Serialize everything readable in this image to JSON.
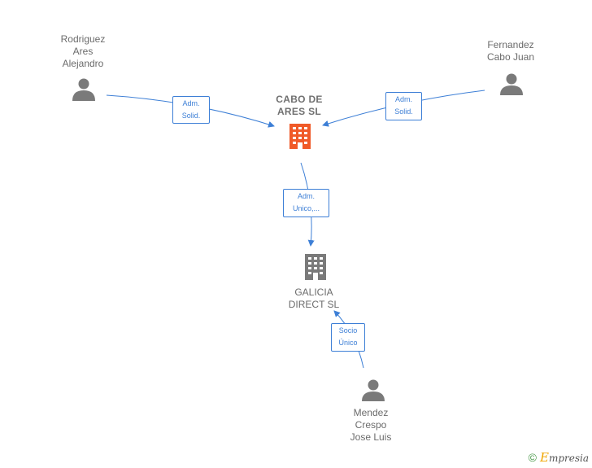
{
  "nodes": {
    "rodriguez": {
      "label": "Rodriguez\nAres\nAlejandro"
    },
    "fernandez": {
      "label": "Fernandez\nCabo Juan"
    },
    "cabo": {
      "label": "CABO DE\nARES  SL"
    },
    "galicia": {
      "label": "GALICIA\nDIRECT SL"
    },
    "mendez": {
      "label": "Mendez\nCrespo\nJose Luis"
    }
  },
  "edges": {
    "rodriguez_cabo": "Adm.\nSolid.",
    "fernandez_cabo": "Adm.\nSolid.",
    "cabo_galicia": "Adm.\nUnico,...",
    "mendez_galicia": "Socio\nÚnico"
  },
  "colors": {
    "highlight_company": "#f05a28",
    "company": "#7a7a7a",
    "person": "#7a7a7a",
    "edge": "#3d7fd6"
  },
  "footer": {
    "copyright": "©",
    "brand_initial": "E",
    "brand_rest": "mpresia"
  }
}
